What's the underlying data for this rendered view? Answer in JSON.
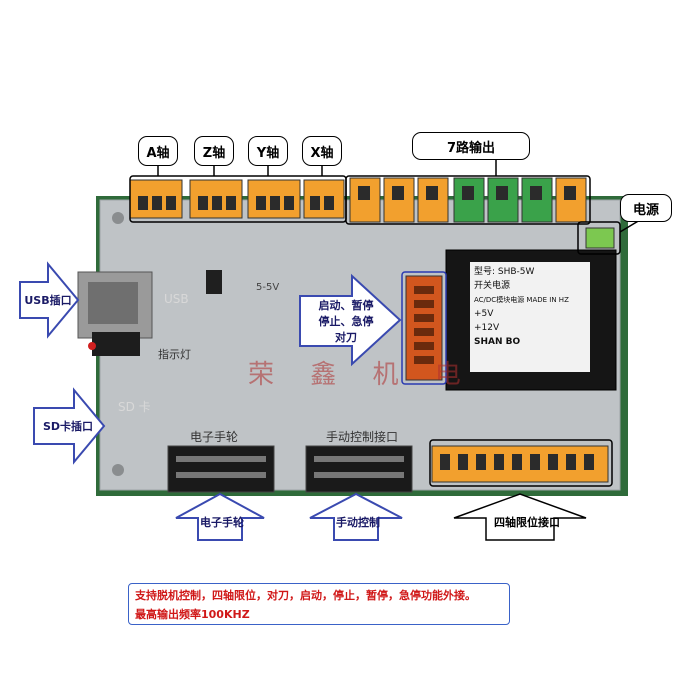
{
  "callouts": {
    "a_axis": "A轴",
    "z_axis": "Z轴",
    "y_axis": "Y轴",
    "x_axis": "X轴",
    "seven_outputs": "7路输出",
    "power": "电源",
    "usb_port": "USB插口",
    "sd_slot": "SD卡插口",
    "start_stop": "启动、暂停 停止、急停 对刀",
    "handwheel": "电子手轮",
    "manual_control": "手动控制",
    "limit_interface": "四轴限位接口"
  },
  "board_print": {
    "usb": "USB",
    "sd": "SD 卡",
    "indicator": "指示灯",
    "handwheel_header": "电子手轮",
    "manual_header": "手动控制接口",
    "voltage": "5-5V",
    "watermark": "荣 鑫 机 电"
  },
  "psu_label": {
    "model": "型号: SHB-5W",
    "name": "开关电源",
    "type": "AC/DC模块电源 MADE IN HZ",
    "v1": "+5V",
    "v2": "+12V",
    "brand": "SHAN BO"
  },
  "note": {
    "line1": "支持脱机控制，四轴限位，对刀，启动，停止，暂停，急停功能外接。",
    "line2": "最高输出频率100KHZ"
  },
  "colors": {
    "board_silver": "#bfc3c6",
    "terminal_orange": "#f2a02e",
    "terminal_green": "#3aa24a",
    "arrow_blue": "#3a4ab0",
    "note_red": "#d01818"
  }
}
